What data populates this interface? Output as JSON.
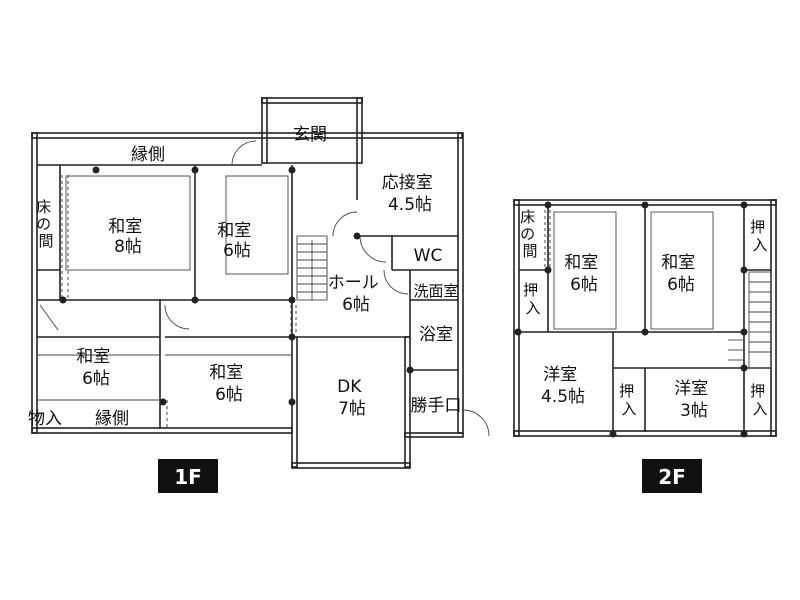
{
  "floors": {
    "f1": {
      "badge": "1F",
      "rooms": {
        "genkan": [
          "玄関"
        ],
        "engawa_top": [
          "縁側"
        ],
        "washitsu8": [
          "和室",
          "8帖"
        ],
        "washitsu6_mid": [
          "和室",
          "6帖"
        ],
        "tokonoma": [
          "床",
          "の",
          "間"
        ],
        "oosetsu": [
          "応接室",
          "4.5帖"
        ],
        "wc": [
          "WC"
        ],
        "hall": [
          "ホール",
          "6帖"
        ],
        "senmen": [
          "洗面室"
        ],
        "yokushitsu": [
          "浴室"
        ],
        "washitsu6_left": [
          "和室",
          "6帖"
        ],
        "washitsu6_bottom": [
          "和室",
          "6帖"
        ],
        "dk": [
          "DK",
          "7帖"
        ],
        "katteguchi": [
          "勝手口"
        ],
        "monoire": [
          "物入"
        ],
        "engawa_bottom": [
          "縁側"
        ]
      }
    },
    "f2": {
      "badge": "2F",
      "rooms": {
        "tokonoma": [
          "床",
          "の",
          "間"
        ],
        "washitsu6_a": [
          "和室",
          "6帖"
        ],
        "washitsu6_b": [
          "和室",
          "6帖"
        ],
        "oshiire_top_right": [
          "押",
          "入"
        ],
        "oshiire_left": [
          "押",
          "入"
        ],
        "youshitsu45": [
          "洋室",
          "4.5帖"
        ],
        "oshiire_mid": [
          "押",
          "入"
        ],
        "youshitsu3": [
          "洋室",
          "3帖"
        ],
        "oshiire_bottom_right": [
          "押",
          "入"
        ]
      }
    }
  }
}
